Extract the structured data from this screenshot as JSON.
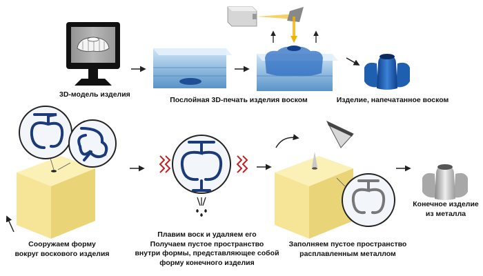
{
  "captions": {
    "model_3d": "3D-модель изделия",
    "layer_print": "Послойная 3D-печать изделия воском",
    "wax_product": "Изделие, напечатанное воском",
    "build_mold": [
      "Сооружаем форму",
      "вокруг воскового изделия"
    ],
    "melt_wax": [
      "Плавим воск и удаляем его",
      "Получаем пустое пространство",
      "внутри формы, представляющее собой",
      "форму конечного изделия"
    ],
    "fill_metal": [
      "Заполняем пустое пространство",
      "расплавленным металлом"
    ],
    "final_product": [
      "Конечное изделие",
      "из металла"
    ]
  },
  "colors": {
    "mold": "#f6e596",
    "wax_blue": "#1f5fb0",
    "tray_blue": "#7fb2dc",
    "laser": "#f0b400",
    "metal": "#b4b4b4",
    "heat": "#d02020"
  }
}
